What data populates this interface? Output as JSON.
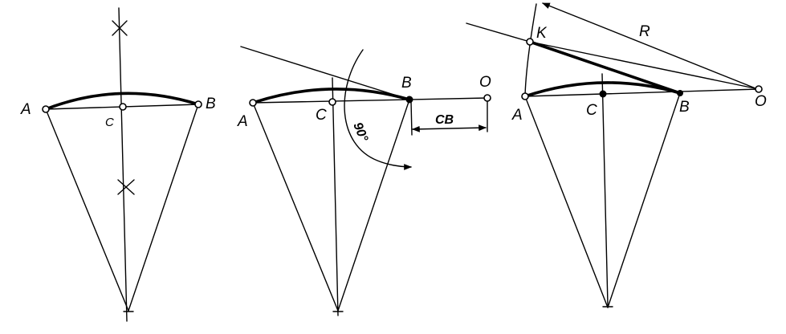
{
  "figure1": {
    "label_a": "A",
    "label_b": "B",
    "label_c": "C"
  },
  "figure2": {
    "label_a": "A",
    "label_b": "B",
    "label_c": "C",
    "label_o": "O",
    "label_cb": "CB",
    "label_angle": "90°"
  },
  "figure3": {
    "label_a": "A",
    "label_b": "B",
    "label_c": "C",
    "label_o": "O",
    "label_k": "K",
    "label_r": "R"
  }
}
